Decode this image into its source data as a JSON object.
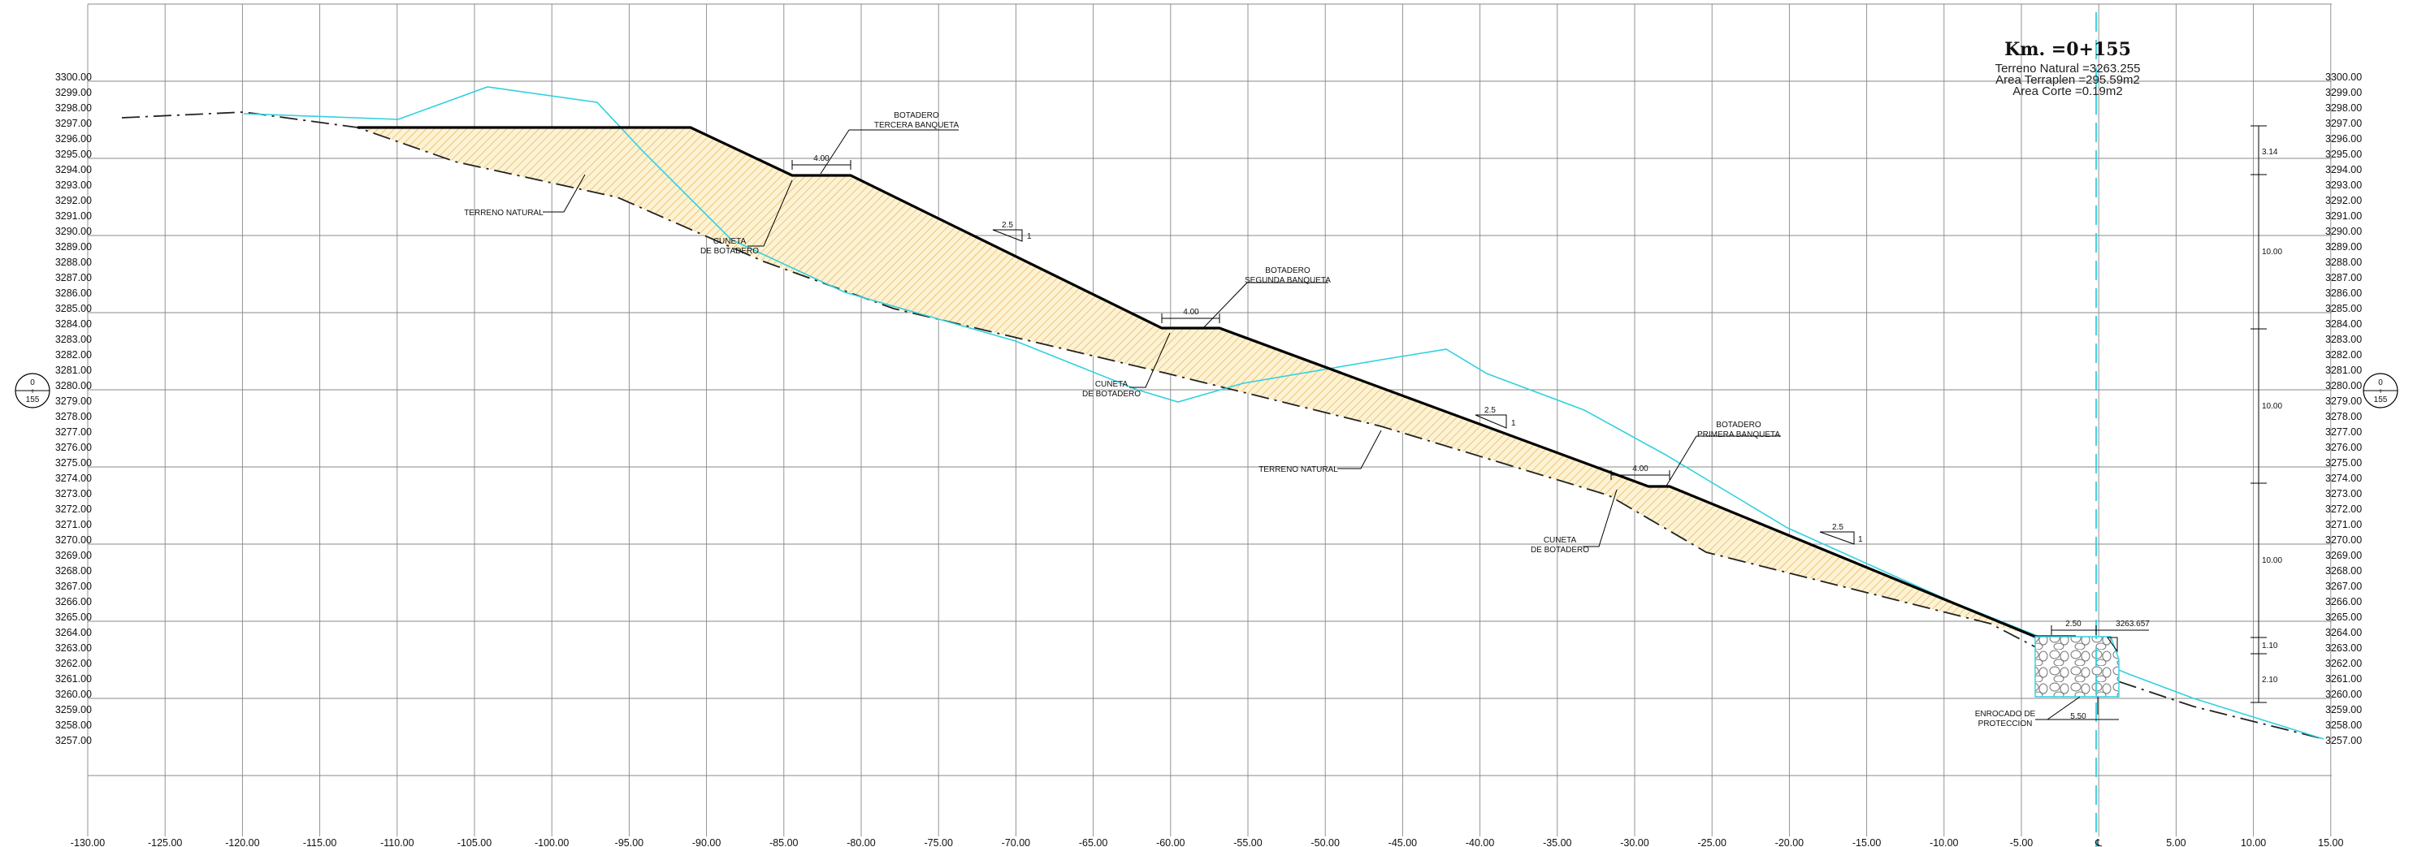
{
  "header": {
    "km": "Km. =0+155",
    "lines": [
      "Terreno Natural =3263.255",
      "Area Terraplen =295.59m2",
      "Area Corte =0.19m2"
    ]
  },
  "station": {
    "top": "0",
    "mid": "+",
    "bottom": "155"
  },
  "x_ticks": [
    "-130.00",
    "-125.00",
    "-120.00",
    "-115.00",
    "-110.00",
    "-105.00",
    "-100.00",
    "-95.00",
    "-90.00",
    "-85.00",
    "-80.00",
    "-75.00",
    "-70.00",
    "-65.00",
    "-60.00",
    "-55.00",
    "-50.00",
    "-45.00",
    "-40.00",
    "-35.00",
    "-30.00",
    "-25.00",
    "-20.00",
    "-15.00",
    "-10.00",
    "-5.00",
    "℄",
    "5.00",
    "10.00",
    "15.00"
  ],
  "y_ticks": [
    "3300.00",
    "3299.00",
    "3298.00",
    "3297.00",
    "3296.00",
    "3295.00",
    "3294.00",
    "3293.00",
    "3292.00",
    "3291.00",
    "3290.00",
    "3289.00",
    "3288.00",
    "3287.00",
    "3286.00",
    "3285.00",
    "3284.00",
    "3283.00",
    "3282.00",
    "3281.00",
    "3280.00",
    "3279.00",
    "3278.00",
    "3277.00",
    "3276.00",
    "3275.00",
    "3274.00",
    "3273.00",
    "3272.00",
    "3271.00",
    "3270.00",
    "3269.00",
    "3268.00",
    "3267.00",
    "3266.00",
    "3265.00",
    "3264.00",
    "3263.00",
    "3262.00",
    "3261.00",
    "3260.00",
    "3259.00",
    "3258.00",
    "3257.00"
  ],
  "y_ticks_right": [
    "3300.00",
    "3299.00",
    "3298.00",
    "3297.00",
    "3296.00",
    "3295.00",
    "3294.00",
    "3293.00",
    "3292.00",
    "3291.00",
    "3290.00",
    "3289.00",
    "3288.00",
    "3287.00",
    "3286.00",
    "3285.00",
    "3284.00",
    "3283.00",
    "3282.00",
    "3281.00",
    "3280.00",
    "3279.00",
    "3278.00",
    "3277.00",
    "3276.00",
    "3275.00",
    "3274.00",
    "3273.00",
    "3272.00",
    "3271.00",
    "3270.00",
    "3269.00",
    "3268.00",
    "3267.00",
    "3266.00",
    "3265.00",
    "3264.00",
    "3263.00",
    "3262.00",
    "3261.00",
    "3260.00",
    "3259.00",
    "3258.00",
    "3257.00"
  ],
  "y_last_right": "3257.00",
  "labels": {
    "terreno1": "TERRENO NATURAL",
    "terreno2": "TERRENO NATURAL",
    "bot3_a": "BOTADERO",
    "bot3_b": "TERCERA BANQUETA",
    "bot2_a": "BOTADERO",
    "bot2_b": "SEGUNDA BANQUETA",
    "bot1_a": "BOTADERO",
    "bot1_b": "PRIMERA BANQUETA",
    "cun_a": "CUNETA",
    "cun_b": "DE BOTADERO",
    "cun2_a": "CUNETA",
    "cun2_b": "DE BOTADERO",
    "cun3_a": "CUNETA",
    "cun3_b": "DE BOTADERO",
    "w1": "4.00",
    "w2": "4.00",
    "w3": "4.00",
    "w4": "2.50",
    "w5": "5.50",
    "elev": "3263.657",
    "enr_a": "ENROCADO DE",
    "enr_b": "PROTECCION",
    "slope_a": "2.5",
    "slope_b": "1",
    "dim1": "3.14",
    "dim2": "10.00",
    "dim3": "10.00",
    "dim4": "10.00",
    "dim5": "1.10",
    "dim6": "2.10"
  }
}
